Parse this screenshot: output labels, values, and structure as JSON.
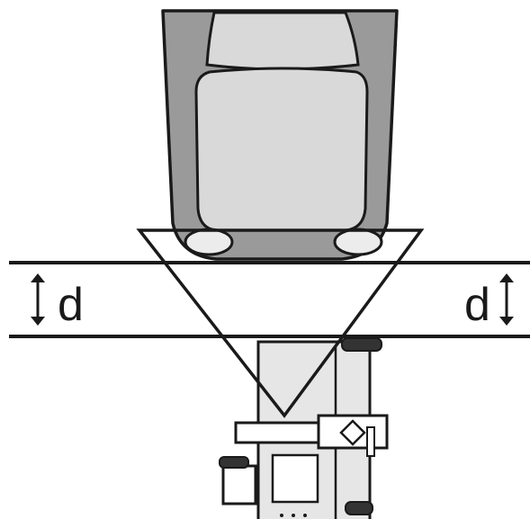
{
  "diagram": {
    "labels": {
      "left_distance": "d",
      "right_distance": "d"
    },
    "colors": {
      "stroke": "#1a1a1a",
      "vehicle_body": "#9a9a9a",
      "vehicle_cabin": "#d9d9d9",
      "lamp": "#ececec",
      "device": "#e6e6e6",
      "background": "#ffffff"
    },
    "icons": {
      "left_dimension_arrow": "double-headed-vertical-arrow",
      "right_dimension_arrow": "double-headed-vertical-arrow"
    }
  }
}
